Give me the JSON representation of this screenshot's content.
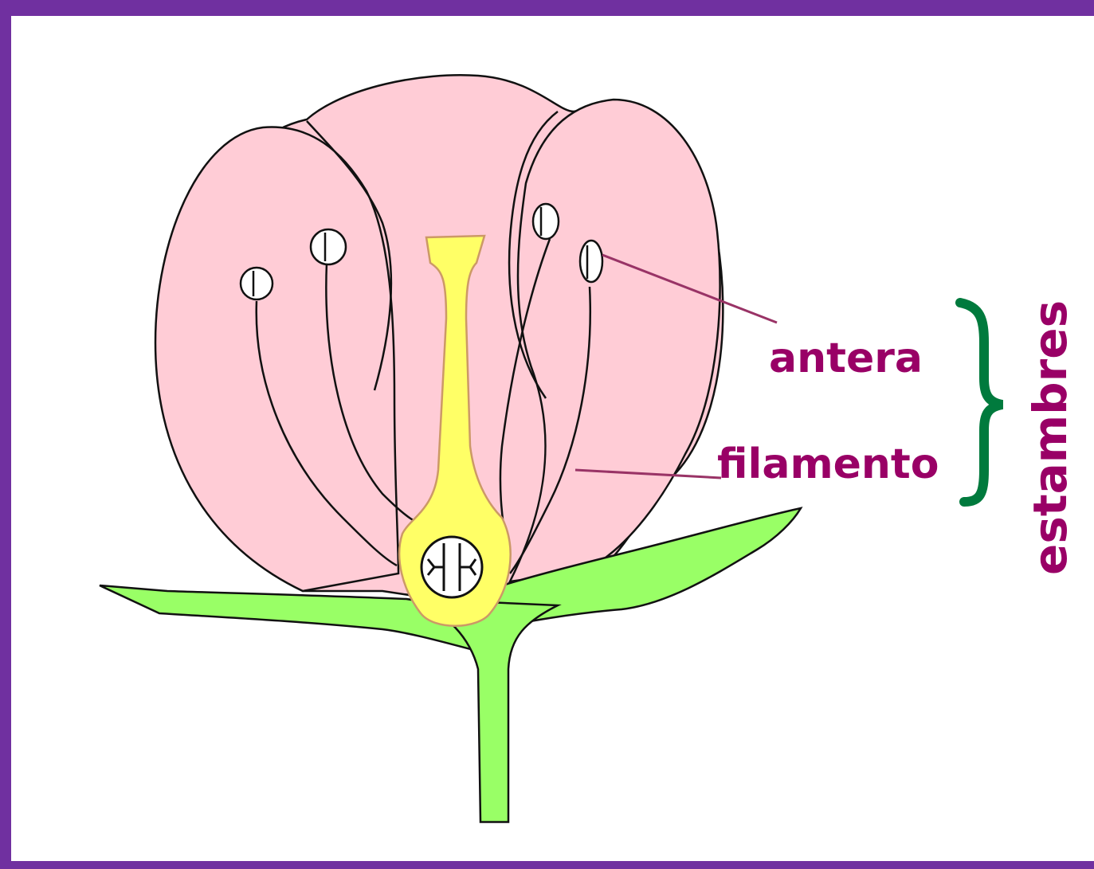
{
  "labels": {
    "anther": "antera",
    "filament": "filamento",
    "stamens": "estambres"
  },
  "colors": {
    "border": "#7030a0",
    "petal": "#ffccd6",
    "pistil": "#ffff66",
    "stem": "#99ff66",
    "label_text": "#990066",
    "leader_line": "#993366",
    "brace": "#007a3d"
  }
}
